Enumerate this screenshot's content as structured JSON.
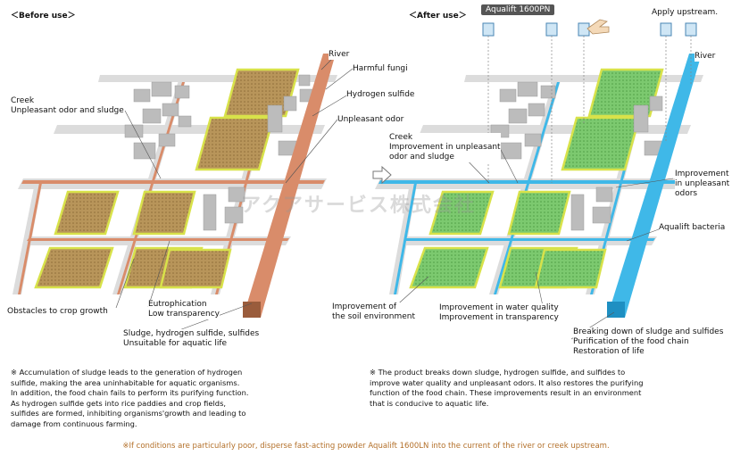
{
  "before": {
    "heading": "＜Before use＞",
    "labels": {
      "river": "River",
      "harmful_fungi": "Harmful fungi",
      "hydrogen_sulfide": "Hydrogen sulfide",
      "unpleasant_odor": "Unpleasant odor",
      "creek_line1": "Creek",
      "creek_line2": "Unpleasant odor and sludge",
      "eutro_line1": "Eutrophication",
      "eutro_line2": "Low transparency",
      "obstacles": "Obstacles to crop growth",
      "sludge_line1": "Sludge, hydrogen sulfide, sulfides",
      "sludge_line2": "Unsuitable for aquatic life"
    },
    "note_lines": [
      "※ Accumulation of sludge leads to the generation of hydrogen",
      "    sulfide, making the area uninhabitable for aquatic organisms.",
      "    In addition, the food chain fails to perform its purifying function.",
      "    As hydrogen sulfide gets into rice paddies and crop fields,",
      "    sulfides are formed, inhibiting organisms'growth and leading to",
      "    damage from continuous farming."
    ]
  },
  "after": {
    "heading": "＜After use＞",
    "labels": {
      "product": "Aqualift 1600PN",
      "apply": "Apply upstream.",
      "river": "River",
      "creek_line1": "Creek",
      "creek_line2": "Improvement in unpleasant",
      "creek_line3": "odor and sludge",
      "odor_line1": "Improvement",
      "odor_line2": "in unpleasant",
      "odor_line3": "odors",
      "bacteria": "Aqualift bacteria",
      "soil_line1": "Improvement of",
      "soil_line2": "the soil environment",
      "water_line1": "Improvement in water quality",
      "water_line2": "Improvement in transparency",
      "break_line1": "Breaking down of sludge and sulfides",
      "break_line2": "Purification of the food chain",
      "break_line3": "Restoration of life"
    },
    "note_lines": [
      "※ The product breaks down sludge, hydrogen sulfide, and sulfides to",
      "    improve water quality and unpleasant odors. It also restores the purifying",
      "    function of the food chain. These improvements result in an environment",
      "    that is conducive to aquatic life."
    ]
  },
  "watermark": "アクアサービス株式会社",
  "footnote": "※If conditions are particularly poor, disperse fast-acting powder Aqualift 1600LN into the current of the river or creek upstream.",
  "colors": {
    "polluted_water": "#d98c6a",
    "clean_water": "#3fb8e8",
    "brown_field": "#b8955a",
    "green_field": "#7cc96f",
    "field_border": "#d8e24a",
    "road": "#dcdcdc",
    "building": "#bcbcbc",
    "footnote": "#b3702a"
  },
  "icons": [
    "arrow-right-icon",
    "hand-pointer-icon",
    "dispenser-icon"
  ]
}
